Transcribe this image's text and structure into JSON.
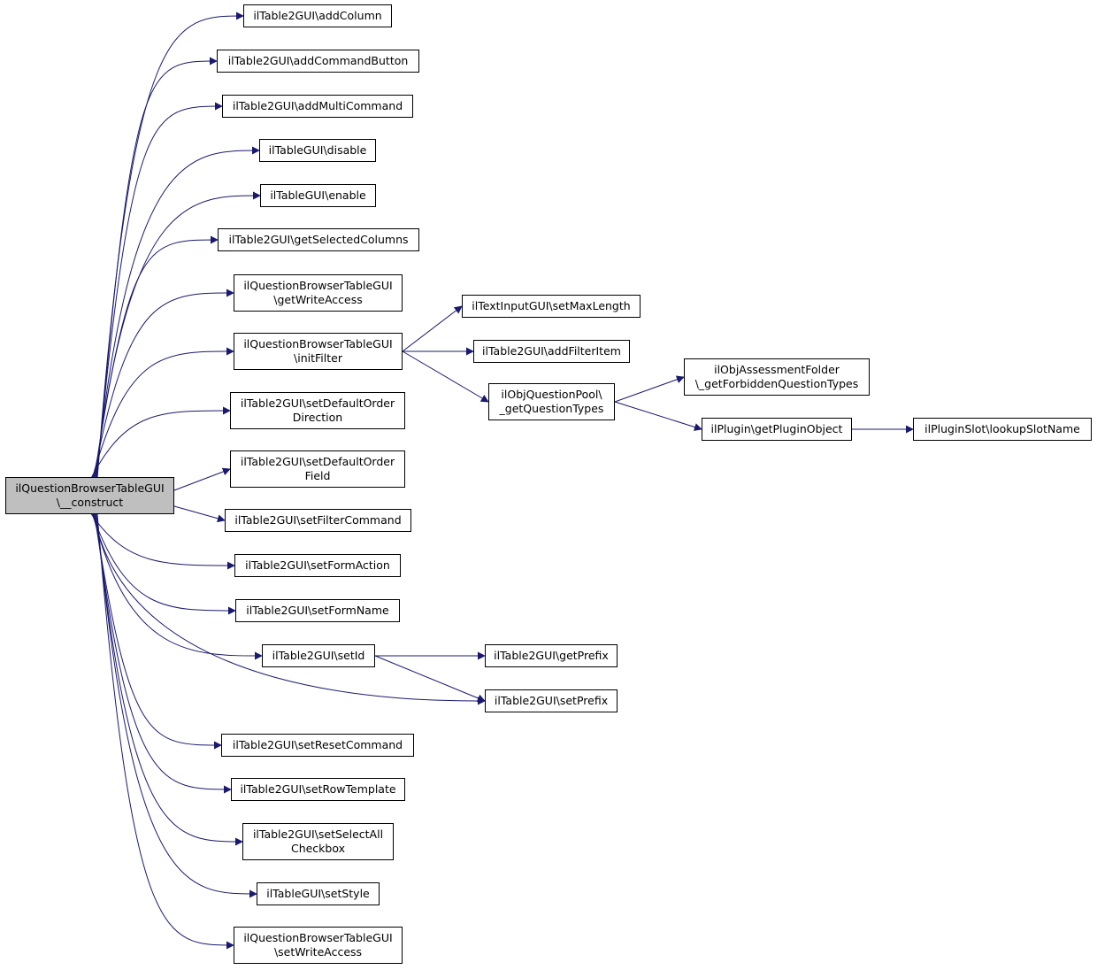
{
  "diagram": {
    "root": {
      "id": "root",
      "lines": [
        "ilQuestionBrowserTableGUI",
        "\\__construct"
      ]
    },
    "nodes": [
      {
        "id": "addColumn",
        "lines": [
          "ilTable2GUI\\addColumn"
        ]
      },
      {
        "id": "addCommandButton",
        "lines": [
          "ilTable2GUI\\addCommandButton"
        ]
      },
      {
        "id": "addMultiCommand",
        "lines": [
          "ilTable2GUI\\addMultiCommand"
        ]
      },
      {
        "id": "disable",
        "lines": [
          "ilTableGUI\\disable"
        ]
      },
      {
        "id": "enable",
        "lines": [
          "ilTableGUI\\enable"
        ]
      },
      {
        "id": "getSelectedColumns",
        "lines": [
          "ilTable2GUI\\getSelectedColumns"
        ]
      },
      {
        "id": "getWriteAccess",
        "lines": [
          "ilQuestionBrowserTableGUI",
          "\\getWriteAccess"
        ]
      },
      {
        "id": "initFilter",
        "lines": [
          "ilQuestionBrowserTableGUI",
          "\\initFilter"
        ]
      },
      {
        "id": "setDefaultOrderDirection",
        "lines": [
          "ilTable2GUI\\setDefaultOrder",
          "Direction"
        ]
      },
      {
        "id": "setDefaultOrderField",
        "lines": [
          "ilTable2GUI\\setDefaultOrder",
          "Field"
        ]
      },
      {
        "id": "setFilterCommand",
        "lines": [
          "ilTable2GUI\\setFilterCommand"
        ]
      },
      {
        "id": "setFormAction",
        "lines": [
          "ilTable2GUI\\setFormAction"
        ]
      },
      {
        "id": "setFormName",
        "lines": [
          "ilTable2GUI\\setFormName"
        ]
      },
      {
        "id": "setId",
        "lines": [
          "ilTable2GUI\\setId"
        ]
      },
      {
        "id": "setResetCommand",
        "lines": [
          "ilTable2GUI\\setResetCommand"
        ]
      },
      {
        "id": "setRowTemplate",
        "lines": [
          "ilTable2GUI\\setRowTemplate"
        ]
      },
      {
        "id": "setSelectAllCheckbox",
        "lines": [
          "ilTable2GUI\\setSelectAll",
          "Checkbox"
        ]
      },
      {
        "id": "setStyle",
        "lines": [
          "ilTableGUI\\setStyle"
        ]
      },
      {
        "id": "setWriteAccess",
        "lines": [
          "ilQuestionBrowserTableGUI",
          "\\setWriteAccess"
        ]
      },
      {
        "id": "setMaxLength",
        "lines": [
          "ilTextInputGUI\\setMaxLength"
        ]
      },
      {
        "id": "addFilterItem",
        "lines": [
          "ilTable2GUI\\addFilterItem"
        ]
      },
      {
        "id": "getQuestionTypes",
        "lines": [
          "ilObjQuestionPool\\",
          "_getQuestionTypes"
        ]
      },
      {
        "id": "getForbiddenQuestionTypes",
        "lines": [
          "ilObjAssessmentFolder",
          "\\_getForbiddenQuestionTypes"
        ]
      },
      {
        "id": "getPluginObject",
        "lines": [
          "ilPlugin\\getPluginObject"
        ]
      },
      {
        "id": "lookupSlotName",
        "lines": [
          "ilPluginSlot\\lookupSlotName"
        ]
      },
      {
        "id": "getPrefix",
        "lines": [
          "ilTable2GUI\\getPrefix"
        ]
      },
      {
        "id": "setPrefix",
        "lines": [
          "ilTable2GUI\\setPrefix"
        ]
      }
    ],
    "edges": [
      [
        "root",
        "addColumn"
      ],
      [
        "root",
        "addCommandButton"
      ],
      [
        "root",
        "addMultiCommand"
      ],
      [
        "root",
        "disable"
      ],
      [
        "root",
        "enable"
      ],
      [
        "root",
        "getSelectedColumns"
      ],
      [
        "root",
        "getWriteAccess"
      ],
      [
        "root",
        "initFilter"
      ],
      [
        "root",
        "setDefaultOrderDirection"
      ],
      [
        "root",
        "setDefaultOrderField"
      ],
      [
        "root",
        "setFilterCommand"
      ],
      [
        "root",
        "setFormAction"
      ],
      [
        "root",
        "setFormName"
      ],
      [
        "root",
        "setId"
      ],
      [
        "root",
        "setPrefix"
      ],
      [
        "root",
        "setResetCommand"
      ],
      [
        "root",
        "setRowTemplate"
      ],
      [
        "root",
        "setSelectAllCheckbox"
      ],
      [
        "root",
        "setStyle"
      ],
      [
        "root",
        "setWriteAccess"
      ],
      [
        "initFilter",
        "setMaxLength"
      ],
      [
        "initFilter",
        "addFilterItem"
      ],
      [
        "initFilter",
        "getQuestionTypes"
      ],
      [
        "getQuestionTypes",
        "getForbiddenQuestionTypes"
      ],
      [
        "getQuestionTypes",
        "getPluginObject"
      ],
      [
        "getPluginObject",
        "lookupSlotName"
      ],
      [
        "setId",
        "getPrefix"
      ],
      [
        "setId",
        "setPrefix"
      ]
    ],
    "colors": {
      "edge": "#191970",
      "node_fill": "#ffffff",
      "root_fill": "#bfbfbf",
      "border": "#000000"
    }
  }
}
